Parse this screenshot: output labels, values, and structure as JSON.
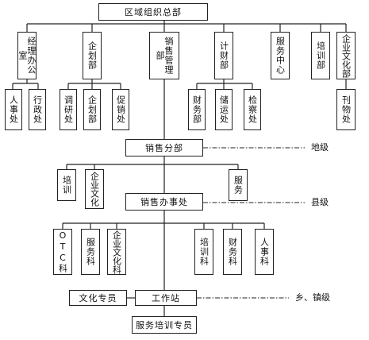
{
  "root": "区域组织总部",
  "departments": [
    {
      "label": "经理办公室",
      "children": [
        "人事处",
        "行政处"
      ]
    },
    {
      "label": "企划部",
      "children": [
        "调研处",
        "企划部",
        "促销处"
      ]
    },
    {
      "label": "销售管理部",
      "children": []
    },
    {
      "label": "计财部",
      "children": [
        "财务部",
        "储运处",
        "检察处"
      ]
    },
    {
      "label": "服务中心",
      "children": []
    },
    {
      "label": "培训部",
      "children": []
    },
    {
      "label": "企业文化部",
      "children": [
        "刊物处"
      ]
    }
  ],
  "branch": {
    "label": "销售分部",
    "level": "地级",
    "units": [
      "培训",
      "企业文化",
      "服务"
    ]
  },
  "office": {
    "label": "销售办事处",
    "level": "县级",
    "units": [
      "OTC科",
      "服务科",
      "企业文化科",
      "培训科",
      "财务科",
      "人事科"
    ]
  },
  "station": {
    "label": "工作站",
    "level": "乡、镇级",
    "side": "文化专员",
    "bottom": "服务培训专员"
  }
}
